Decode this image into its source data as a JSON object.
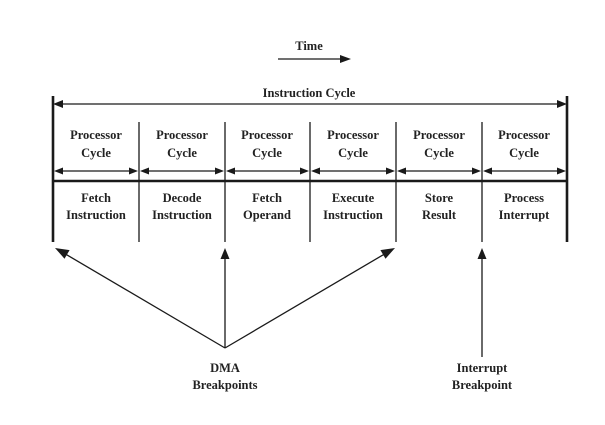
{
  "time_label": "Time",
  "instruction_cycle_label": "Instruction Cycle",
  "columns": [
    {
      "cycle_line1": "Processor",
      "cycle_line2": "Cycle",
      "stage_line1": "Fetch",
      "stage_line2": "Instruction"
    },
    {
      "cycle_line1": "Processor",
      "cycle_line2": "Cycle",
      "stage_line1": "Decode",
      "stage_line2": "Instruction"
    },
    {
      "cycle_line1": "Processor",
      "cycle_line2": "Cycle",
      "stage_line1": "Fetch",
      "stage_line2": "Operand"
    },
    {
      "cycle_line1": "Processor",
      "cycle_line2": "Cycle",
      "stage_line1": "Execute",
      "stage_line2": "Instruction"
    },
    {
      "cycle_line1": "Processor",
      "cycle_line2": "Cycle",
      "stage_line1": "Store",
      "stage_line2": "Result"
    },
    {
      "cycle_line1": "Processor",
      "cycle_line2": "Cycle",
      "stage_line1": "Process",
      "stage_line2": "Interrupt"
    }
  ],
  "dma_breakpoints": {
    "line1": "DMA",
    "line2": "Breakpoints"
  },
  "interrupt_breakpoint": {
    "line1": "Interrupt",
    "line2": "Breakpoint"
  }
}
